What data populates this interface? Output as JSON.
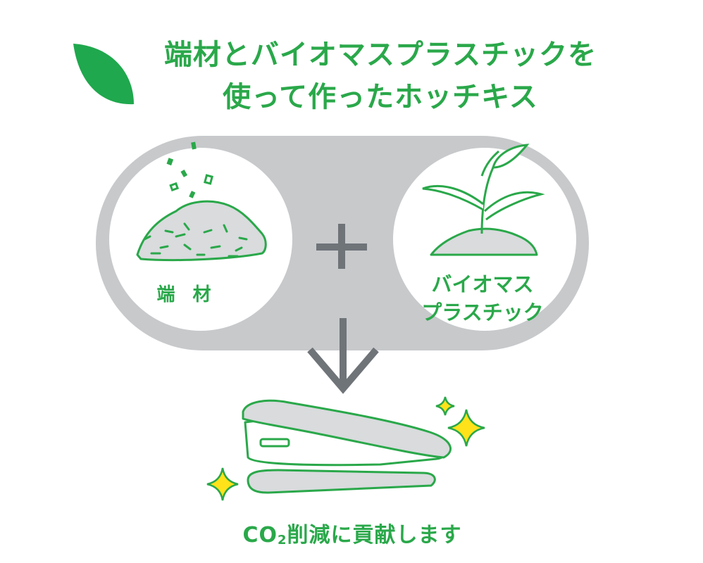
{
  "title": {
    "line1": "端材とバイオマスプラスチックを",
    "line2": "使って作ったホッチキス"
  },
  "left_circle": {
    "label": "端 材"
  },
  "right_circle": {
    "label_line1": "バイオマス",
    "label_line2": "プラスチック"
  },
  "operator": "plus",
  "footer": {
    "co": "CO",
    "sub": "2",
    "text": "削減に貢献します"
  },
  "colors": {
    "green": "#2aa84a",
    "leaf": "#1fa84d",
    "gray": "#c7c9cb",
    "dark_gray": "#6f7479",
    "sparkle": "#ffe21a"
  },
  "icons": [
    "leaf-icon",
    "wood-scrap-pile-icon",
    "sprouting-plant-icon",
    "plus-icon",
    "down-arrow-icon",
    "stapler-icon",
    "sparkle-icon"
  ]
}
